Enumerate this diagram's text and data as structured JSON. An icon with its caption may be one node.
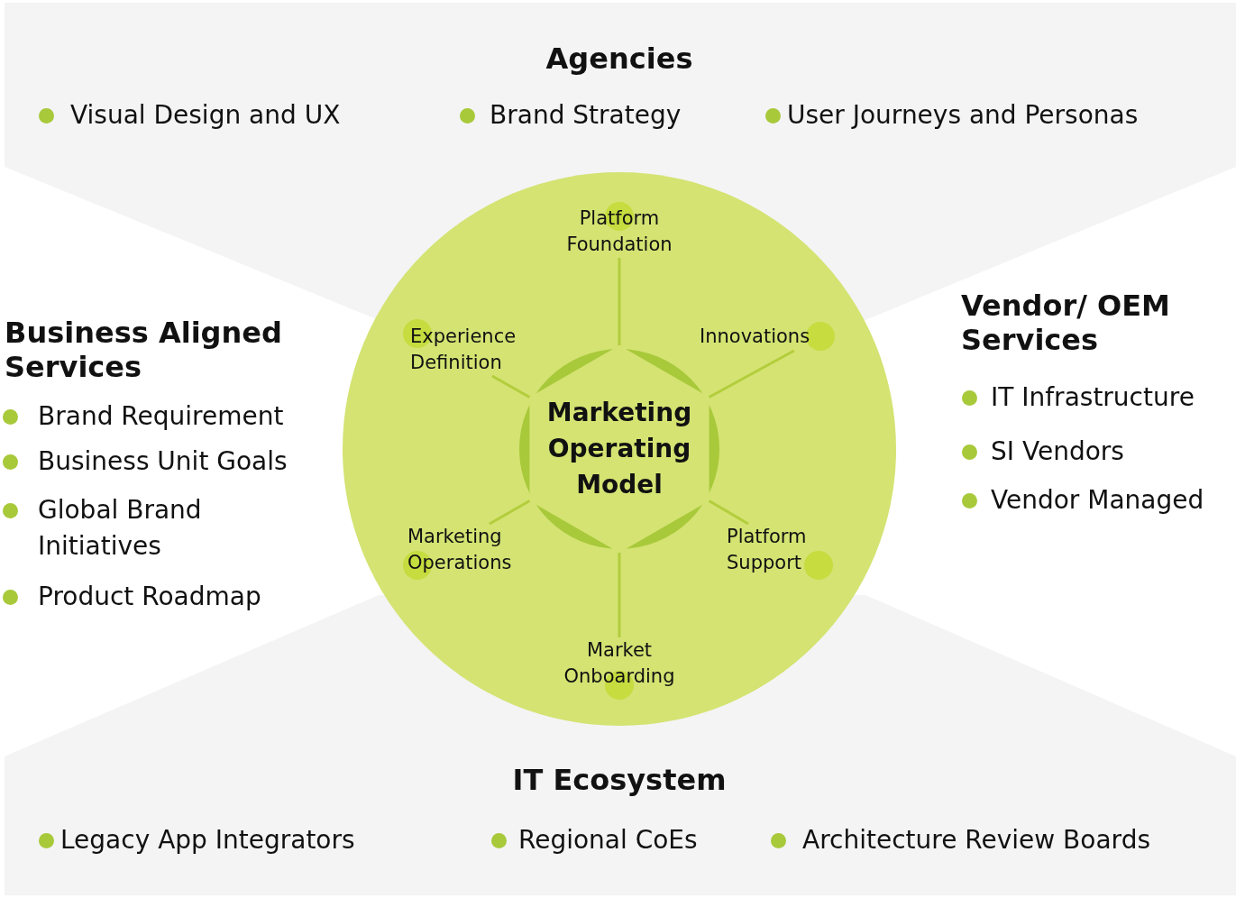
{
  "diagram": {
    "nodes": [
      {
        "text": [
          "Agencies",
          "Visual Design and UX",
          "Brand Strategy",
          "User Journeys and Personas"
        ]
      },
      {
        "text": [
          "Business Aligned Services",
          "Brand Requirement",
          "Business Unit Goals",
          "Global Brand Initiatives",
          "Product Roadmap"
        ]
      },
      {
        "text": [
          "Vendor/ OEM Services",
          "IT Infrastructure",
          "SI Vendors",
          "Vendor Managed"
        ]
      },
      {
        "text": [
          "IT Ecosystem",
          "Legacy App Integrators",
          "Regional CoEs",
          "Architecture Review Boards"
        ]
      },
      {
        "text": [],
        "shape": "circle"
      },
      {
        "text": [
          "Marketing Operating Model"
        ],
        "in": 4
      },
      {
        "text": [
          "Platform Foundation"
        ],
        "in": 4
      },
      {
        "text": [
          "Experience Definition"
        ],
        "in": 4
      },
      {
        "text": [
          "Innovations"
        ],
        "in": 4
      },
      {
        "text": [
          "Marketing Operations"
        ],
        "in": 4
      },
      {
        "text": [
          "Platform Support"
        ],
        "in": 4
      },
      {
        "text": [
          "Market Onboarding"
        ],
        "in": 4
      }
    ],
    "edges": [
      {
        "from": 5,
        "to": 6,
        "arrow": "none"
      },
      {
        "from": 5,
        "to": 7,
        "arrow": "none"
      },
      {
        "from": 5,
        "to": 8,
        "arrow": "none"
      },
      {
        "from": 5,
        "to": 9,
        "arrow": "none"
      },
      {
        "from": 5,
        "to": 10,
        "arrow": "none"
      },
      {
        "from": 5,
        "to": 11,
        "arrow": "none"
      }
    ]
  }
}
